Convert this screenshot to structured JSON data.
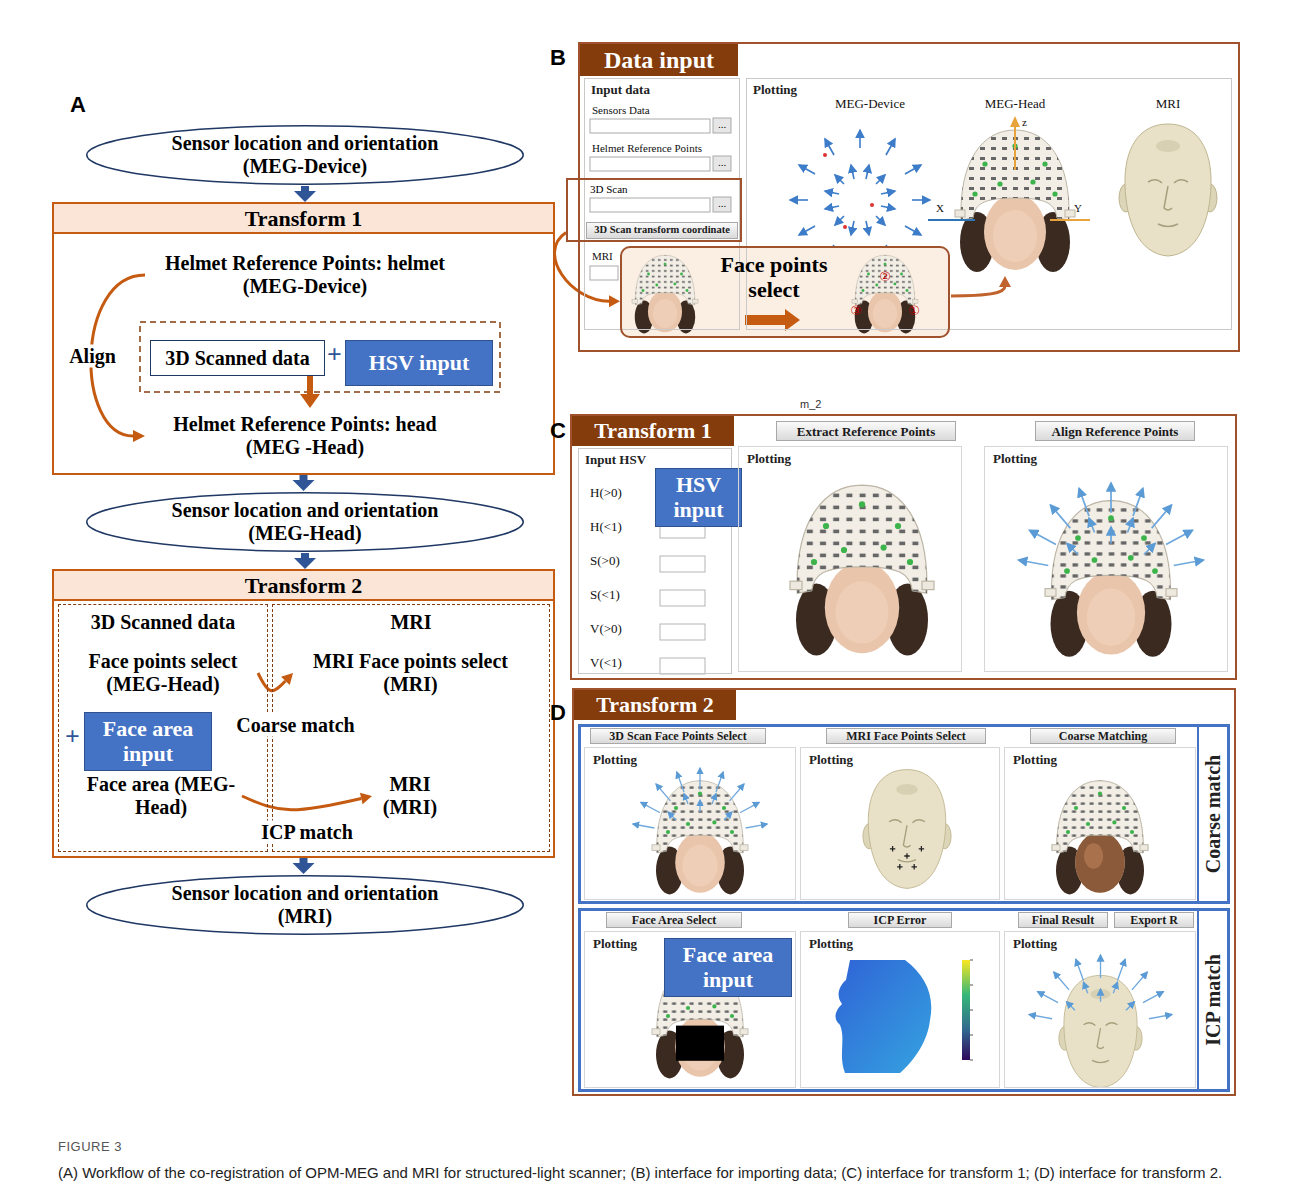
{
  "diagram": {
    "title": "FIGURE 3",
    "caption": "(A) Workflow of the co-registration of OPM-MEG and MRI for structured-light scanner; (B) interface for importing data; (C) interface for transform 1; (D) interface for transform 2.",
    "nodes": [
      {
        "text": [
          "Sensor location and orientation (MEG-Device)"
        ]
      },
      {
        "text": [
          "Transform 1"
        ]
      },
      {
        "text": [
          "Helmet Reference Points: helmet (MEG-Device)"
        ],
        "in": 1
      },
      {
        "text": [
          "3D Scanned data"
        ],
        "in": 1
      },
      {
        "text": [
          "HSV input"
        ],
        "in": 1
      },
      {
        "text": [
          "Helmet Reference Points: head (MEG -Head)"
        ],
        "in": 1
      },
      {
        "text": [
          "Sensor location and orientation (MEG-Head)"
        ]
      },
      {
        "text": [
          "Transform 2"
        ]
      },
      {
        "text": [
          "3D Scanned data"
        ],
        "in": 7
      },
      {
        "text": [
          "Face points select (MEG-Head)"
        ],
        "in": 8
      },
      {
        "text": [
          "Face area input"
        ],
        "in": 8
      },
      {
        "text": [
          "Face area (MEG-Head)"
        ],
        "in": 8
      },
      {
        "text": [
          "MRI"
        ],
        "in": 7
      },
      {
        "text": [
          "MRI Face points select (MRI)"
        ],
        "in": 12
      },
      {
        "text": [
          "MRI (MRI)"
        ],
        "in": 12
      },
      {
        "text": [
          "Sensor location and orientation (MRI)"
        ]
      },
      {
        "text": [
          "Data input"
        ]
      },
      {
        "text": [
          "Input data"
        ],
        "in": 16
      },
      {
        "text": [
          "3D Scan"
        ],
        "in": 16
      },
      {
        "text": [
          "3D Scan transform coordinate"
        ],
        "in": 18
      },
      {
        "text": [
          "Plotting"
        ],
        "in": 16
      },
      {
        "text": [
          "Face points select"
        ],
        "in": 16
      },
      {
        "text": [
          "Transform 1"
        ]
      },
      {
        "text": [
          "Input HSV"
        ],
        "in": 22
      },
      {
        "text": [
          "HSV input"
        ],
        "in": 22
      },
      {
        "text": [
          "Extract Reference Points"
        ],
        "in": 22
      },
      {
        "text": [
          "Plotting"
        ],
        "in": 22
      },
      {
        "text": [
          "Align Reference Points"
        ],
        "in": 22
      },
      {
        "text": [
          "Plotting"
        ],
        "in": 22
      },
      {
        "text": [
          "Transform 2"
        ]
      },
      {
        "text": [
          "Coarse match"
        ],
        "in": 29
      },
      {
        "text": [
          "3D Scan Face Points Select"
        ],
        "in": 30
      },
      {
        "text": [
          "Plotting"
        ],
        "in": 30
      },
      {
        "text": [
          "MRI Face Points Select"
        ],
        "in": 30
      },
      {
        "text": [
          "Plotting"
        ],
        "in": 30
      },
      {
        "text": [
          "Coarse Matching"
        ],
        "in": 30
      },
      {
        "text": [
          "Plotting"
        ],
        "in": 30
      },
      {
        "text": [
          "ICP match"
        ],
        "in": 29
      },
      {
        "text": [
          "Face Area Select"
        ],
        "in": 37
      },
      {
        "text": [
          "Plotting"
        ],
        "in": 37
      },
      {
        "text": [
          "Face area input"
        ],
        "in": 37
      },
      {
        "text": [
          "ICP Error"
        ],
        "in": 37
      },
      {
        "text": [
          "Plotting"
        ],
        "in": 37
      },
      {
        "text": [
          "Final Result"
        ],
        "in": 37
      },
      {
        "text": [
          "Export R"
        ],
        "in": 37
      },
      {
        "text": [
          "Plotting"
        ],
        "in": 37
      }
    ],
    "edges": [
      {
        "from": 0,
        "to": 1,
        "arrow": "to"
      },
      {
        "from": 1,
        "to": 6,
        "arrow": "to"
      },
      {
        "from": 6,
        "to": 7,
        "arrow": "to"
      },
      {
        "from": 7,
        "to": 15,
        "arrow": "to"
      },
      {
        "from": 2,
        "to": 5,
        "label": "Align",
        "arrow": "to"
      },
      {
        "from": 3,
        "to": 5,
        "arrow": "to"
      },
      {
        "from": 9,
        "to": 13,
        "label": "Coarse match",
        "arrow": "to"
      },
      {
        "from": 11,
        "to": 14,
        "label": "ICP match",
        "arrow": "to"
      },
      {
        "from": 18,
        "to": 21,
        "arrow": "to"
      }
    ],
    "labels": [
      "A",
      "+",
      "+",
      "B",
      "Sensors Data",
      "...",
      "Helmet Reference Points",
      "...",
      "...",
      "MRI",
      "MEG-Device",
      "MEG-Head",
      "MRI",
      "z",
      "X",
      "Y",
      "②",
      "③",
      "①",
      "C",
      "m_2",
      "H(>0)",
      "H(<1)",
      "S(>0)",
      "S(<1)",
      "V(>0)",
      "V(<1)",
      "D"
    ]
  }
}
